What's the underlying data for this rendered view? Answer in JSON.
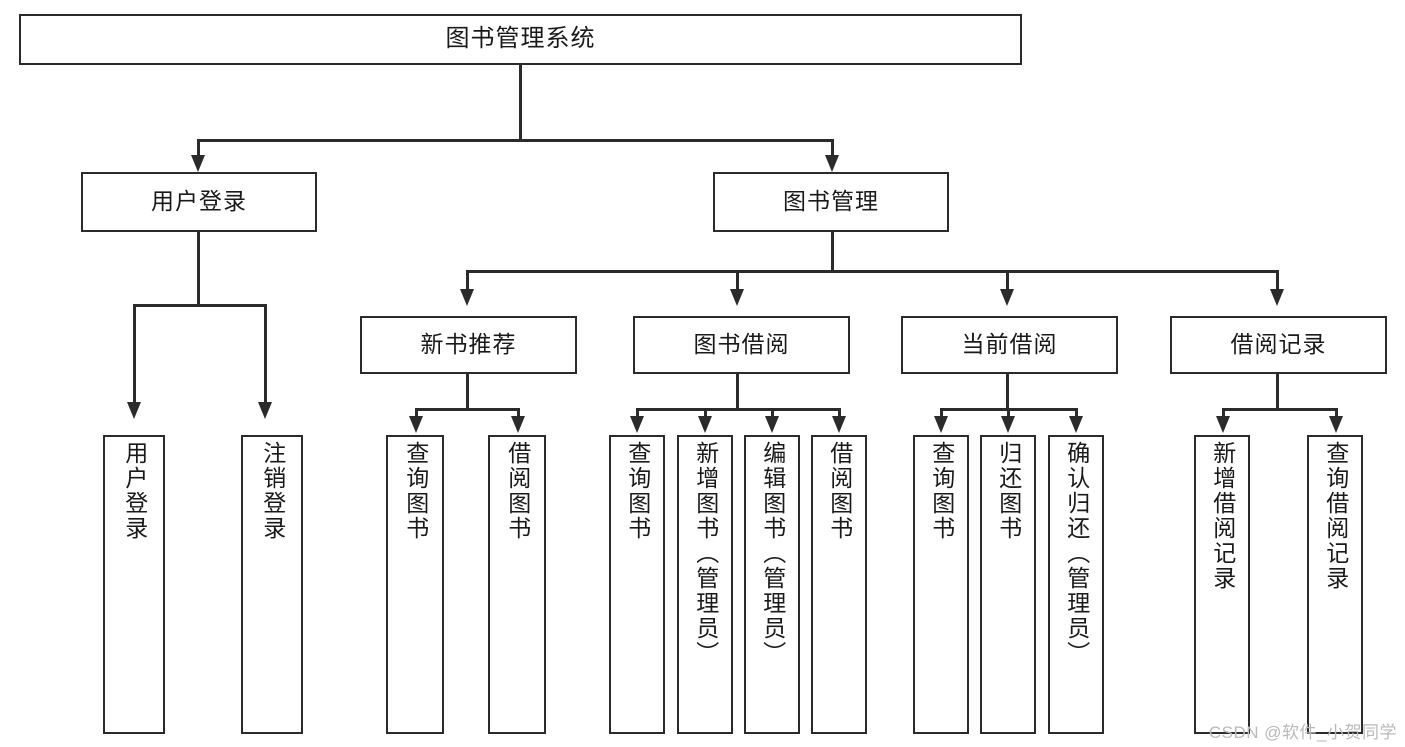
{
  "diagram": {
    "title": "图书管理系统",
    "type": "hierarchy-tree",
    "watermark": "CSDN @软件_小贺同学",
    "root": {
      "id": "root",
      "label": "图书管理系统"
    },
    "level2": [
      {
        "id": "user-login",
        "label": "用户登录"
      },
      {
        "id": "book-management",
        "label": "图书管理"
      }
    ],
    "level3": [
      {
        "id": "new-book-recommend",
        "label": "新书推荐",
        "parent": "book-management"
      },
      {
        "id": "book-borrow",
        "label": "图书借阅",
        "parent": "book-management"
      },
      {
        "id": "current-borrow",
        "label": "当前借阅",
        "parent": "book-management"
      },
      {
        "id": "borrow-record",
        "label": "借阅记录",
        "parent": "book-management"
      }
    ],
    "leaves": {
      "user_login": [
        {
          "id": "leaf-user-login",
          "label": "用户登录"
        },
        {
          "id": "leaf-logout",
          "label": "注销登录"
        }
      ],
      "new_book_recommend": [
        {
          "id": "leaf-query-book-1",
          "label": "查询图书"
        },
        {
          "id": "leaf-borrow-book-1",
          "label": "借阅图书"
        }
      ],
      "book_borrow": [
        {
          "id": "leaf-query-book-2",
          "label": "查询图书"
        },
        {
          "id": "leaf-add-book",
          "label": "新增图书（管理员）"
        },
        {
          "id": "leaf-edit-book",
          "label": "编辑图书（管理员）"
        },
        {
          "id": "leaf-borrow-book-2",
          "label": "借阅图书"
        }
      ],
      "current_borrow": [
        {
          "id": "leaf-query-book-3",
          "label": "查询图书"
        },
        {
          "id": "leaf-return-book",
          "label": "归还图书"
        },
        {
          "id": "leaf-confirm-return",
          "label": "确认归还（管理员）"
        }
      ],
      "borrow_record": [
        {
          "id": "leaf-add-record",
          "label": "新增借阅记录"
        },
        {
          "id": "leaf-query-record",
          "label": "查询借阅记录"
        }
      ]
    },
    "colors": {
      "stroke": "#2b2b2b",
      "fill": "#ffffff",
      "text": "#1a1a1a",
      "watermark": "#b9b9b9"
    }
  }
}
